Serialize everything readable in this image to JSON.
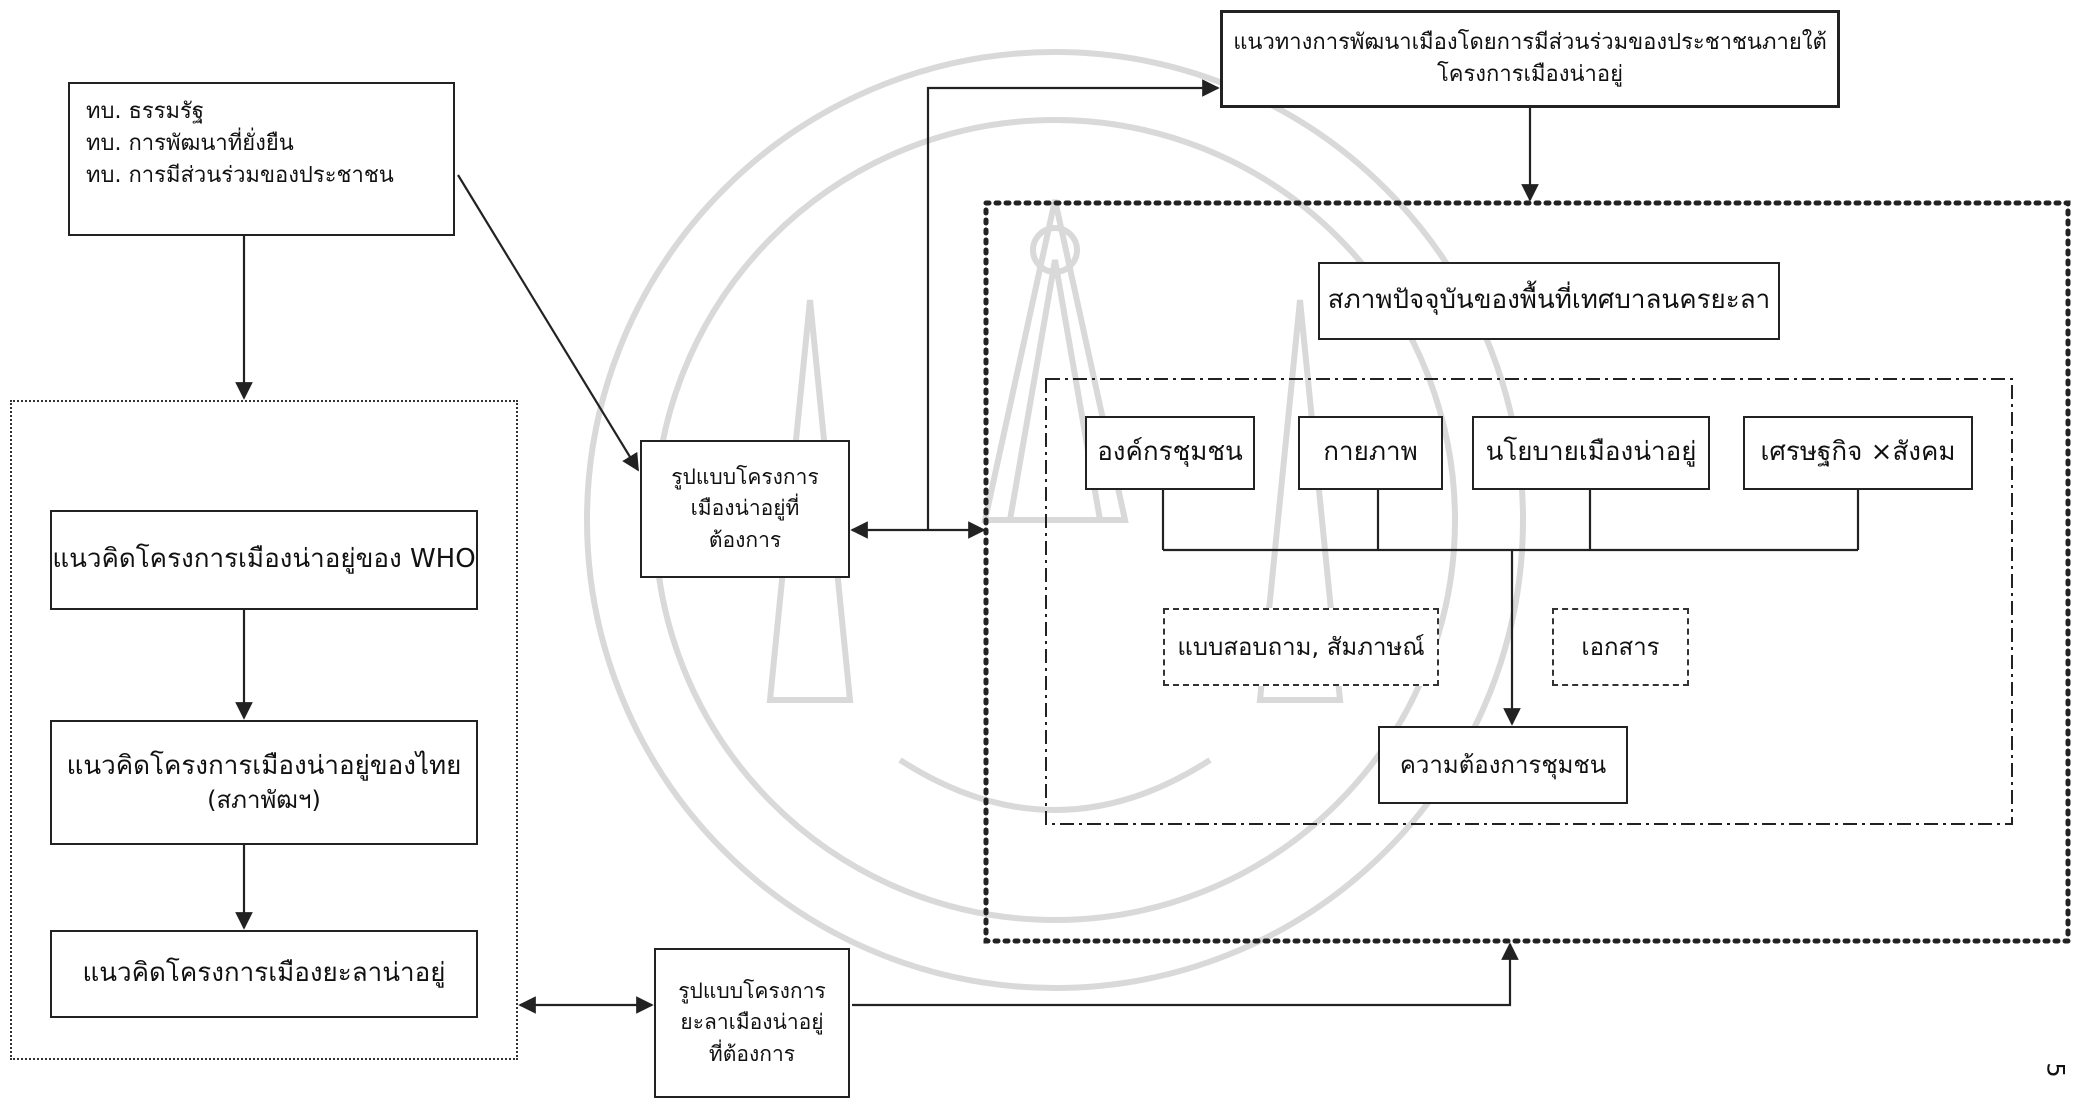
{
  "acts_box": {
    "lines": [
      "ทบ. ธรรมรัฐ",
      "ทบ. การพัฒนาที่ยั่งยืน",
      "ทบ. การมีส่วนร่วมของประชาชน"
    ]
  },
  "concepts": {
    "who": "แนวคิดโครงการเมืองน่าอยู่ของ WHO",
    "thai_line1": "แนวคิดโครงการเมืองน่าอยู่ของไทย",
    "thai_line2": "(สภาพัฒฯ)",
    "yala": "แนวคิดโครงการเมืองยะลาน่าอยู่"
  },
  "desired_model": {
    "lines": [
      "รูปแบบโครงการ",
      "เมืองน่าอยู่ที่",
      "ต้องการ"
    ]
  },
  "yala_model": {
    "lines": [
      "รูปแบบโครงการ",
      "ยะลาเมืองน่าอยู่",
      "ที่ต้องการ"
    ]
  },
  "guideline": {
    "line1": "แนวทางการพัฒนาเมืองโดยการมีส่วนร่วมของประชาชนภายใต้",
    "line2": "โครงการเมืองน่าอยู่"
  },
  "current_state": "สภาพปัจจุบันของพื้นที่เทศบาลนครยะลา",
  "factors": {
    "community_org": "องค์กรชุมชน",
    "physical": "กายภาพ",
    "policy": "นโยบายเมืองน่าอยู่",
    "economy_society": "เศรษฐกิจ ×สังคม"
  },
  "methods": {
    "survey": "แบบสอบถาม, สัมภาษณ์",
    "documents": "เอกสาร"
  },
  "community_needs": "ความต้องการชุมชน",
  "page_number": "5"
}
